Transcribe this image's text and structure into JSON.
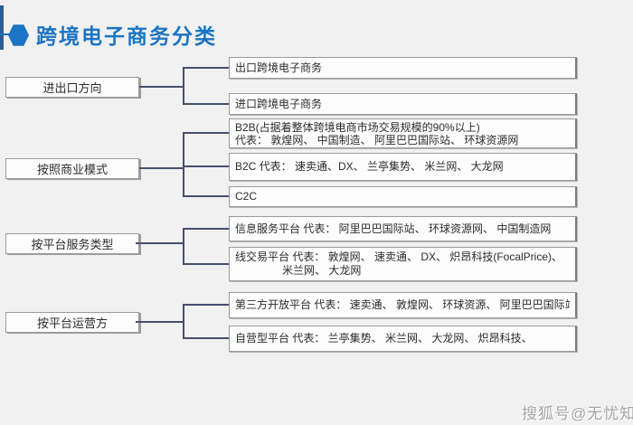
{
  "title": {
    "text": "跨境电子商务分类"
  },
  "watermark": {
    "text": "搜狐号@无忧知"
  },
  "colors": {
    "background": "#f1f1f1",
    "accent_blue": "#1b74c4",
    "bar_blue": "#2d5c96",
    "line": "#46506e",
    "box_border": "#9b9b9b",
    "text": "#2b2b2b"
  },
  "sections": [
    {
      "label": "进出口方向",
      "children": [
        {
          "lines": [
            "出口跨境电子商务"
          ]
        },
        {
          "lines": [
            "进口跨境电子商务"
          ]
        }
      ]
    },
    {
      "label": "按照商业模式",
      "children": [
        {
          "lines": [
            "B2B(占据着整体跨境电商市场交易规模的90%以上)",
            "代表： 敦煌网、 中国制造、 阿里巴巴国际站、 环球资源网"
          ]
        },
        {
          "lines": [
            "B2C  代表： 速卖通、DX、 兰亭集势、 米兰网、 大龙网"
          ]
        },
        {
          "lines": [
            "C2C"
          ]
        }
      ]
    },
    {
      "label": "按平台服务类型",
      "children": [
        {
          "lines": [
            "信息服务平台 代表： 阿里巴巴国际站、 环球资源网、 中国制造网"
          ]
        },
        {
          "lines": [
            "线交易平台   代表： 敦煌网、 速卖通、 DX、 炽昂科技(FocalPrice)、",
            "米兰网、 大龙网"
          ]
        }
      ]
    },
    {
      "label": "按平台运营方",
      "children": [
        {
          "lines": [
            "第三方开放平台 代表： 速卖通、 敦煌网、 环球资源、 阿里巴巴国际站"
          ]
        },
        {
          "lines": [
            "自营型平台    代表： 兰亭集势、 米兰网、 大龙网、 炽昂科技、"
          ]
        }
      ]
    }
  ]
}
